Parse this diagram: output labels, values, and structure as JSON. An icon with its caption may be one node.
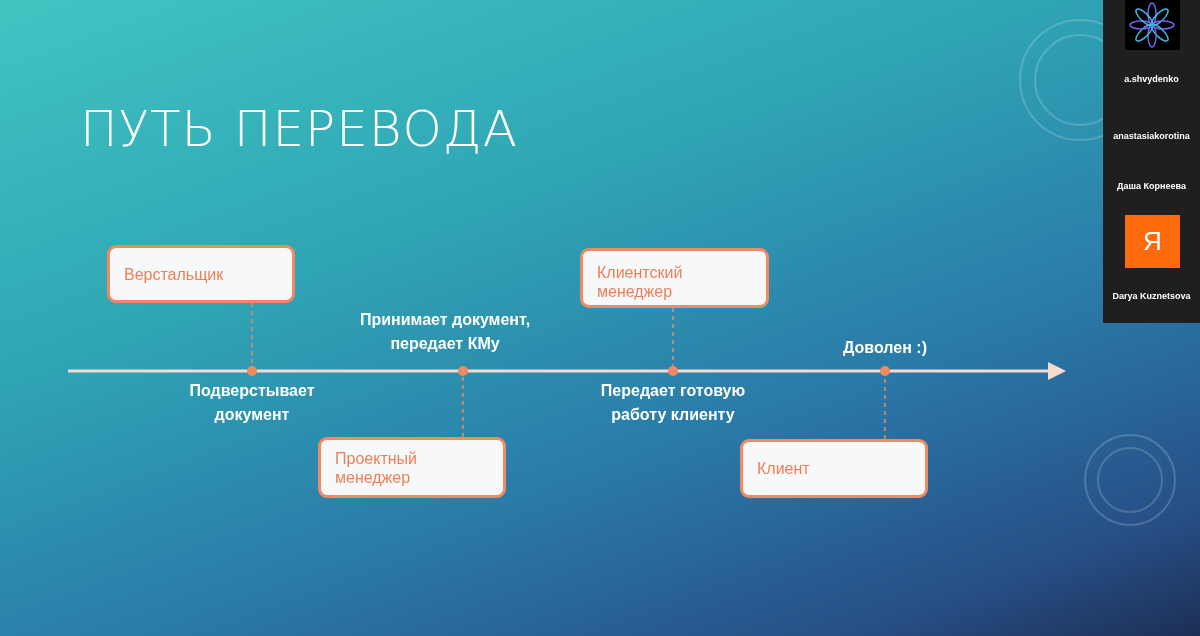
{
  "diagram": {
    "title": "ПУТЬ ПЕРЕВОДА",
    "nodes": [
      {
        "text": [
          "Верстальщик"
        ]
      },
      {
        "text": [],
        "shape": "circle",
        "beside": [
          "Подверстывает документ"
        ]
      },
      {
        "text": [],
        "shape": "circle",
        "beside": [
          "Принимает документ, передает КМу"
        ]
      },
      {
        "text": [
          "Проектный менеджер"
        ]
      },
      {
        "text": [
          "Клиентский менеджер"
        ]
      },
      {
        "text": [],
        "shape": "circle",
        "beside": [
          "Передает готовую работу клиенту"
        ]
      },
      {
        "text": [],
        "shape": "circle",
        "beside": [
          "Доволен :)"
        ]
      },
      {
        "text": [
          "Клиент"
        ]
      }
    ],
    "edges": [
      {
        "from": 0,
        "to": 1,
        "arrow": "none",
        "style": "dashed"
      },
      {
        "from": 3,
        "to": 2,
        "arrow": "none",
        "style": "dashed"
      },
      {
        "from": 4,
        "to": 5,
        "arrow": "none",
        "style": "dashed"
      },
      {
        "from": 7,
        "to": 6,
        "arrow": "none",
        "style": "dashed"
      }
    ],
    "labels": [
      "a.shvydenko",
      "anastasiakorotina",
      "Даша Корнеева",
      "Я",
      "Darya Kuznetsova"
    ]
  }
}
